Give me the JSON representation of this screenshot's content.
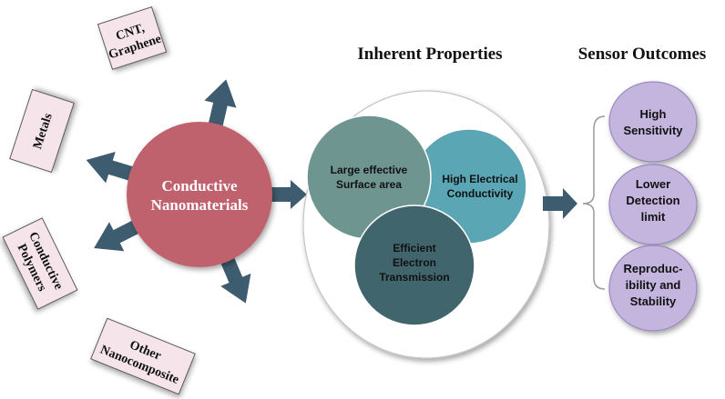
{
  "headings": {
    "properties": "Inherent Properties",
    "outcomes": "Sensor Outcomes"
  },
  "center": {
    "line1": "Conductive",
    "line2": "Nanomaterials"
  },
  "materials": [
    {
      "key": "cnt",
      "lines": [
        "CNT,",
        "Graphene"
      ]
    },
    {
      "key": "metals",
      "lines": [
        "Metals"
      ]
    },
    {
      "key": "polymers",
      "lines": [
        "Conductive",
        "Polymers"
      ]
    },
    {
      "key": "other",
      "lines": [
        "Other",
        "Nanocomposite"
      ]
    }
  ],
  "properties": [
    {
      "key": "surface",
      "lines": [
        "Large effective",
        "Surface area"
      ]
    },
    {
      "key": "conductivity",
      "lines": [
        "High Electrical",
        "Conductivity"
      ]
    },
    {
      "key": "transmission",
      "lines": [
        "Efficient",
        "Electron",
        "Transmission"
      ]
    }
  ],
  "outcomes": [
    {
      "key": "sensitivity",
      "lines": [
        "High",
        "Sensitivity"
      ]
    },
    {
      "key": "detection",
      "lines": [
        "Lower",
        "Detection",
        "limit"
      ]
    },
    {
      "key": "stability",
      "lines": [
        "Reproduc-",
        "ibility and",
        "Stability"
      ]
    }
  ],
  "colors": {
    "center_fill": "#c0626e",
    "arrow": "#3e5c6f",
    "box_fill": "#f5e5eb",
    "surface": "#6f9591",
    "conductivity": "#5aa6b5",
    "transmission": "#41656d",
    "outcome": "#c4b5de"
  }
}
